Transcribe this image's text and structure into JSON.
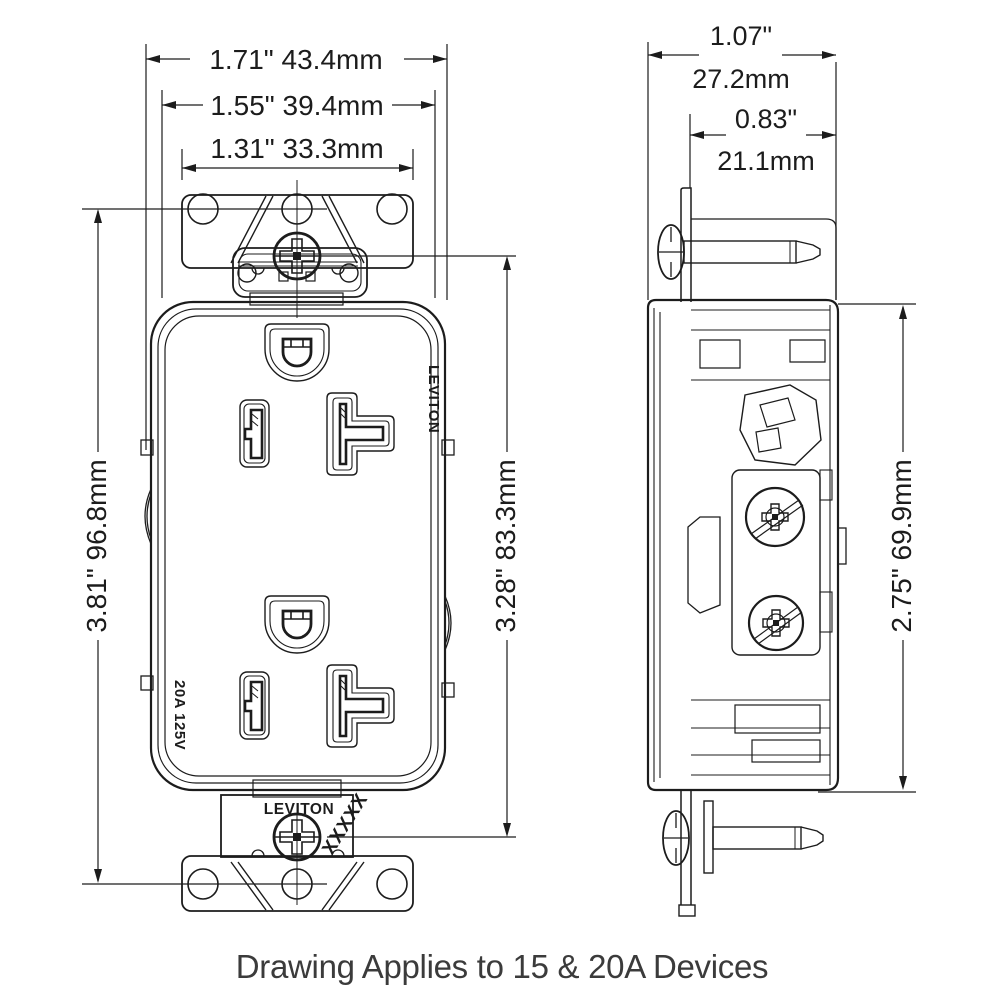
{
  "caption": {
    "text": "Drawing Applies to 15 & 20A Devices"
  },
  "views": {
    "front": {
      "labels": {
        "brand_vertical": "LEVITON",
        "rating_vertical": "20A 125V",
        "brand_bottom": "LEVITON",
        "catalog": "XXXXX"
      },
      "dims": {
        "overall_width": "1.71\" 43.4mm",
        "flange_width": "1.55\" 39.4mm",
        "strap_width": "1.31\" 33.3mm",
        "overall_height": "3.81\" 96.8mm",
        "screw_spacing": "3.28\" 83.3mm"
      }
    },
    "side": {
      "dims": {
        "overall_depth_in": "1.07\"",
        "overall_depth_mm": "27.2mm",
        "body_depth_in": "0.83\"",
        "body_depth_mm": "21.1mm",
        "body_height": "2.75\" 69.9mm"
      }
    }
  },
  "colors": {
    "line": "#1c1c1c",
    "caption": "#3b3b3b",
    "background": "#ffffff"
  }
}
